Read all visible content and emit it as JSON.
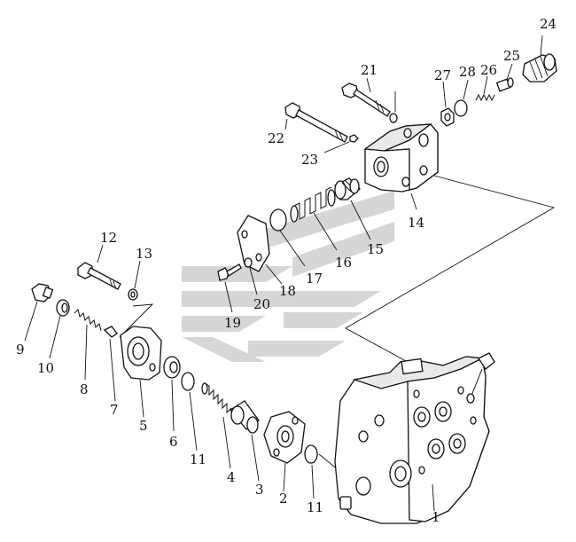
{
  "callouts": [
    {
      "id": "c1",
      "text": "1"
    },
    {
      "id": "c2",
      "text": "2"
    },
    {
      "id": "c3",
      "text": "3"
    },
    {
      "id": "c4",
      "text": "4"
    },
    {
      "id": "c5",
      "text": "5"
    },
    {
      "id": "c6",
      "text": "6"
    },
    {
      "id": "c7",
      "text": "7"
    },
    {
      "id": "c8",
      "text": "8"
    },
    {
      "id": "c9",
      "text": "9"
    },
    {
      "id": "c10",
      "text": "10"
    },
    {
      "id": "c11a",
      "text": "11"
    },
    {
      "id": "c11b",
      "text": "11"
    },
    {
      "id": "c12",
      "text": "12"
    },
    {
      "id": "c13",
      "text": "13"
    },
    {
      "id": "c14",
      "text": "14"
    },
    {
      "id": "c15",
      "text": "15"
    },
    {
      "id": "c16",
      "text": "16"
    },
    {
      "id": "c17",
      "text": "17"
    },
    {
      "id": "c18",
      "text": "18"
    },
    {
      "id": "c19",
      "text": "19"
    },
    {
      "id": "c20",
      "text": "20"
    },
    {
      "id": "c21",
      "text": "21"
    },
    {
      "id": "c22",
      "text": "22"
    },
    {
      "id": "c23",
      "text": "23"
    },
    {
      "id": "c24",
      "text": "24"
    },
    {
      "id": "c25",
      "text": "25"
    },
    {
      "id": "c26",
      "text": "26"
    },
    {
      "id": "c27",
      "text": "27"
    },
    {
      "id": "c28",
      "text": "28"
    }
  ]
}
